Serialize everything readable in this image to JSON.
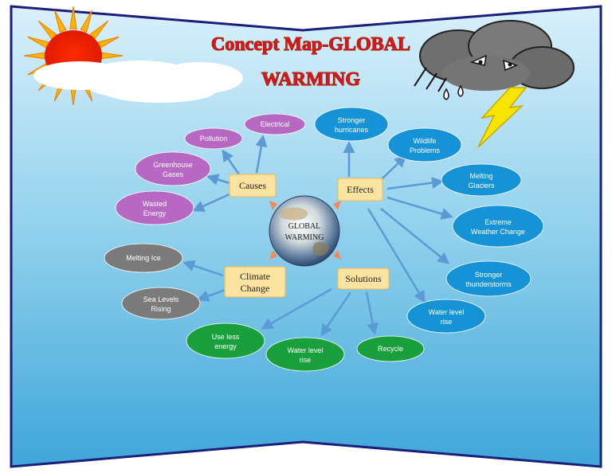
{
  "title": {
    "line1": "Concept Map-GLOBAL",
    "line2": "WARMING"
  },
  "center": {
    "line1": "GLOBAL",
    "line2": "WARMING"
  },
  "hubs": {
    "causes": "Causes",
    "effects": "Effects",
    "climate_line1": "Climate",
    "climate_line2": "Change",
    "solutions": "Solutions"
  },
  "causes_nodes": [
    {
      "l1": "Electrical",
      "l2": ""
    },
    {
      "l1": "Pollution",
      "l2": ""
    },
    {
      "l1": "Greenhouse",
      "l2": "Gases"
    },
    {
      "l1": "Wasted",
      "l2": "Energy"
    }
  ],
  "effects_nodes": [
    {
      "l1": "Stronger",
      "l2": "hurricanes"
    },
    {
      "l1": "Wildlife",
      "l2": "Problems"
    },
    {
      "l1": "Melting",
      "l2": "Glaciers"
    },
    {
      "l1": "Extreme",
      "l2": "Weather Change"
    },
    {
      "l1": "Stronger",
      "l2": "thunderstorms"
    },
    {
      "l1": "Water level",
      "l2": "rise"
    }
  ],
  "climate_nodes": [
    {
      "l1": "Melting Ice",
      "l2": ""
    },
    {
      "l1": "Sea Levels",
      "l2": "Rising"
    }
  ],
  "solutions_nodes": [
    {
      "l1": "Use less",
      "l2": "energy"
    },
    {
      "l1": "Water level",
      "l2": "rise"
    },
    {
      "l1": "Recycle",
      "l2": ""
    }
  ],
  "colors": {
    "causes": "#b768c2",
    "effects": "#1593d6",
    "climate": "#7b7b7b",
    "solutions": "#19a03c",
    "hub_fill": "#fde3a0",
    "arrow": "#5b9bd5",
    "frame": "#1b1f7a",
    "title_red": "#d81818"
  },
  "icons": {
    "sun": "sun-icon",
    "cloud": "cloud-icon",
    "storm": "storm-cloud-icon",
    "lightning": "lightning-icon",
    "globe": "globe-icon"
  }
}
